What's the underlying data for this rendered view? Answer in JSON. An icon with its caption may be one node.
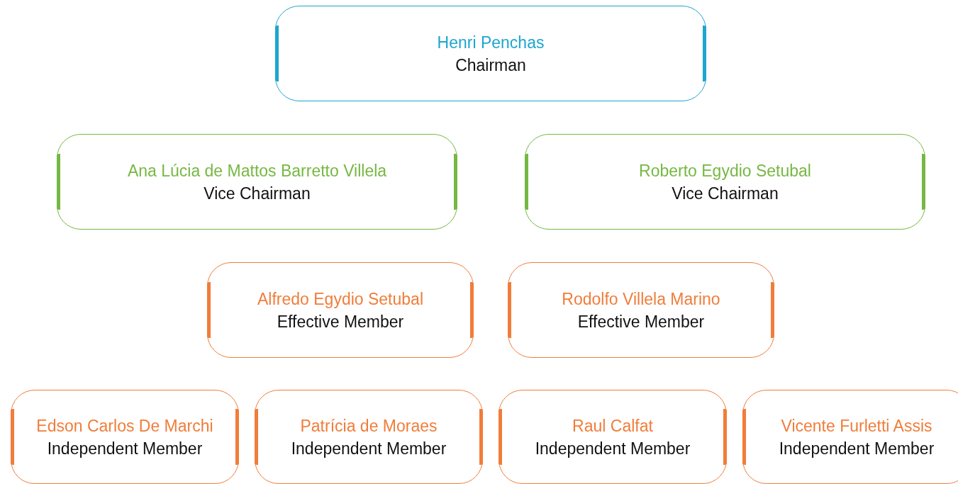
{
  "diagram": {
    "nodes": [
      {
        "text": [
          "Henri Penchas",
          "Chairman"
        ]
      },
      {
        "text": [
          "Ana Lúcia de Mattos Barretto Villela",
          "Vice Chairman"
        ]
      },
      {
        "text": [
          "Roberto Egydio Setubal",
          "Vice Chairman"
        ]
      },
      {
        "text": [
          "Alfredo Egydio Setubal",
          "Effective Member"
        ]
      },
      {
        "text": [
          "Rodolfo Villela Marino",
          "Effective Member"
        ]
      },
      {
        "text": [
          "Edson Carlos De Marchi",
          "Independent Member"
        ]
      },
      {
        "text": [
          "Patrícia de Moraes",
          "Independent Member"
        ]
      },
      {
        "text": [
          "Raul Calfat",
          "Independent Member"
        ]
      },
      {
        "text": [
          "Vicente Furletti Assis",
          "Independent Member"
        ]
      }
    ]
  }
}
